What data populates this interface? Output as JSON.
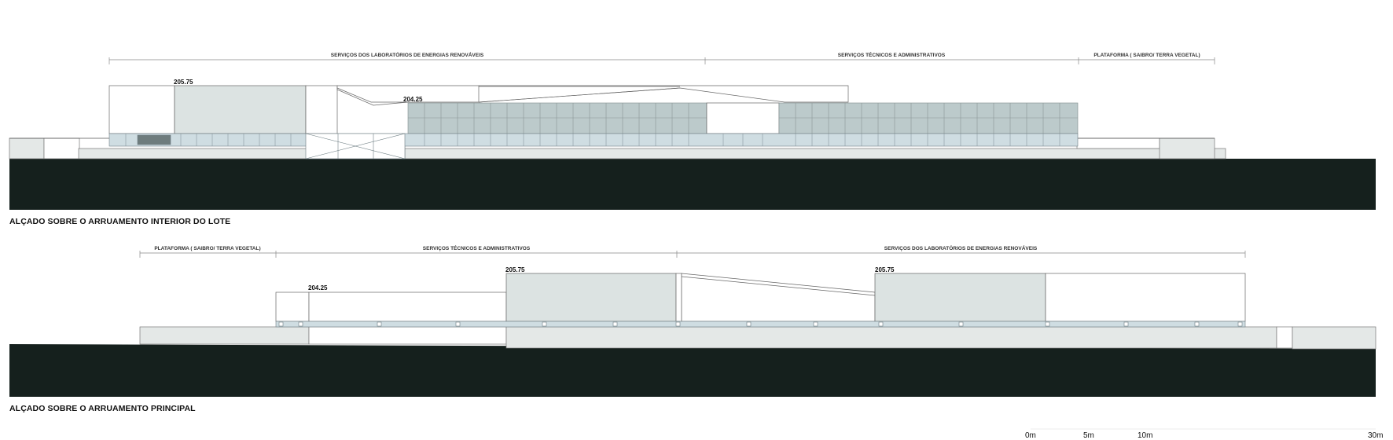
{
  "elevation_top": {
    "title": "ALÇADO SOBRE O ARRUAMENTO INTERIOR DO LOTE",
    "zone_labels": [
      "SERVIÇOS DOS LABORATÓRIOS DE ENERGIAS RENOVÁVEIS",
      "SERVIÇOS TÉCNICOS E ADMINISTRATIVOS",
      "PLATAFORMA ( SAIBRO/ TERRA VEGETAL)"
    ],
    "levels": [
      "205.75",
      "204.25"
    ]
  },
  "elevation_bottom": {
    "title": "ALÇADO SOBRE O ARRUAMENTO PRINCIPAL",
    "zone_labels": [
      "PLATAFORMA ( SAIBRO/ TERRA VEGETAL)",
      "SERVIÇOS TÉCNICOS E ADMINISTRATIVOS",
      "SERVIÇOS DOS LABORATÓRIOS DE ENERGIAS RENOVÁVEIS"
    ],
    "levels": [
      "204.25",
      "205.75",
      "205.75"
    ]
  },
  "scale_bar": {
    "labels": [
      "0m",
      "5m",
      "10m",
      "30m"
    ]
  },
  "colors": {
    "ground": "#15201d",
    "panel": "#dce3e2",
    "glazing": "#bccacb",
    "glass_band": "#cfdde2",
    "line": "#555555"
  }
}
